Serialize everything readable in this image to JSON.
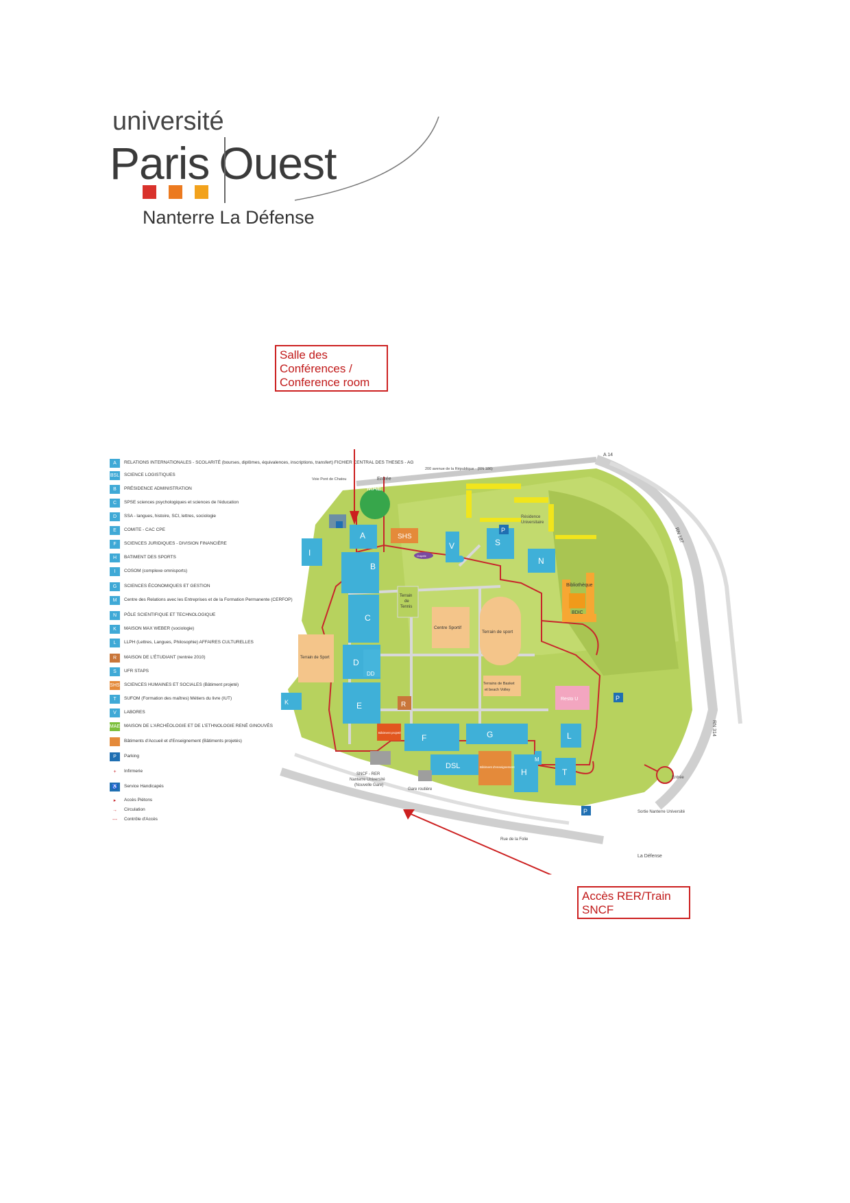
{
  "logo": {
    "line1": "université",
    "line2a": "Paris",
    "line2b": "Ouest",
    "line3": "Nanterre La Défense",
    "square_colors": [
      "#d9322b",
      "#ec7a1f",
      "#f2a21c"
    ]
  },
  "callouts": {
    "conference": [
      "Salle des",
      "Conférences /",
      "Conference room"
    ],
    "rer": [
      "Accès RER/Train",
      "SNCF"
    ]
  },
  "legend": [
    {
      "key": "A",
      "color": "#3fa9d6",
      "text": "RELATIONS INTERNATIONALES - SCOLARITÉ (bourses, diplômes, équivalences, inscriptions, transfert) FICHIER CENTRAL DES THESES - AG"
    },
    {
      "key": "BSL",
      "color": "#3fa9d6",
      "text": "SCIENCE LOGISTIQUES"
    },
    {
      "key": "B",
      "color": "#3fa9d6",
      "text": "PRÉSIDENCE ADMINISTRATION"
    },
    {
      "key": "C",
      "color": "#3fa9d6",
      "text": "SPSE sciences psychologiques et sciences de l'éducation"
    },
    {
      "key": "D",
      "color": "#3fa9d6",
      "text": "SSA - langues, histoire, SCI, lettres, sociologie"
    },
    {
      "key": "E",
      "color": "#3fa9d6",
      "text": "COMITE - CAC CPE"
    },
    {
      "key": "F",
      "color": "#3fa9d6",
      "text": "SCIENCES JURIDIQUES - DIVISION FINANCIÈRE"
    },
    {
      "key": "H",
      "color": "#3fa9d6",
      "text": "BATIMENT DES SPORTS"
    },
    {
      "key": "I",
      "color": "#3fa9d6",
      "text": "COSOM (complexe omnisports)"
    },
    {
      "key": "G",
      "color": "#3fa9d6",
      "text": "SCIENCES ÉCONOMIQUES ET GESTION"
    },
    {
      "key": "M",
      "color": "#3fa9d6",
      "text": "Centre des Relations avec les Entreprises et de la Formation Permanente (CERFOP)"
    },
    {
      "key": "N",
      "color": "#3fa9d6",
      "text": "PÔLE SCIENTIFIQUE ET TECHNOLOGIQUE"
    },
    {
      "key": "K",
      "color": "#3fa9d6",
      "text": "MAISON MAX WEBER (sociologie)"
    },
    {
      "key": "L",
      "color": "#3fa9d6",
      "text": "LLPH (Lettres, Langues, Philosophie) AFFAIRES CULTURELLES"
    },
    {
      "key": "R",
      "color": "#c9763a",
      "text": "MAISON DE L'ÉTUDIANT (rentrée 2010)"
    },
    {
      "key": "S",
      "color": "#3fa9d6",
      "text": "UFR STAPS"
    },
    {
      "key": "SHS",
      "color": "#e48a3a",
      "text": "SCIENCES HUMAINES ET SOCIALES (Bâtiment projeté)"
    },
    {
      "key": "T",
      "color": "#3fa9d6",
      "text": "SUFOM (Formation des maîtres) Métiers du livre (IUT)"
    },
    {
      "key": "V",
      "color": "#3fa9d6",
      "text": "LABORES"
    },
    {
      "key": "MAE",
      "color": "#7cbf3c",
      "text": "MAISON DE L'ARCHÉOLOGIE ET DE L'ETHNOLOGIE RENÉ GINOUVÈS"
    },
    {
      "key": "",
      "color": "#e48a3a",
      "text": "Bâtiments d'Accueil et d'Enseignement (Bâtiments projetés)"
    },
    {
      "key": "P",
      "color": "#1f6fb2",
      "text": "Parking"
    },
    {
      "key": "+",
      "color": "#ffffff",
      "text": "Infirmerie"
    },
    {
      "key": "♿",
      "color": "#1f6fb2",
      "text": "Service Handicapés"
    },
    {
      "key": "▸",
      "color": "#ffffff",
      "text": "Accès Piétons"
    },
    {
      "key": "→",
      "color": "#ffffff",
      "text": "Circulation"
    },
    {
      "key": "---",
      "color": "#ffffff",
      "text": "Contrôle d'Accès"
    }
  ],
  "map": {
    "road_labels": {
      "a14": "A 14",
      "republique": "200 avenue de la République - (RN 186)",
      "chatou": "Voie Pont de Chatou",
      "entree_top": "Entrée",
      "rn_top": "RN 187",
      "rn_right": "RN 314",
      "rue_fole": "Rue de la Folie",
      "defense": "La Défense",
      "sortie": "Sortie Nanterre Université",
      "entree_right": "Entrée",
      "gare_routiere": "Gare routière",
      "sncf": [
        "SNCF - RER",
        "Nanterre Université",
        "(Nouvelle Gare)"
      ],
      "residence": [
        "Résidence",
        "Universitaire"
      ]
    },
    "buildings": {
      "mae": "MAE",
      "shs": "SHS",
      "a": "A",
      "b": "B",
      "c": "C",
      "d": "D",
      "dd": "DD",
      "e": "E",
      "v": "V",
      "s": "S",
      "n": "N",
      "f": "F",
      "g": "G",
      "dsl": "DSL",
      "h": "H",
      "m": "M",
      "l": "L",
      "t": "T",
      "k": "K",
      "i": "I",
      "r": "R",
      "bib": "Bibliothèque",
      "bdic": "BDIC",
      "resto": "Resto U",
      "stade": "Terrain de Sport",
      "tennis": [
        "Terrain",
        "de",
        "Tennis"
      ],
      "centre_sportif": "Centre Sportif",
      "terrain_sport": "Terrain de sport",
      "basket": [
        "Terrains de Basket",
        "et beach Volley"
      ],
      "projet1": "Bâtiment projeté",
      "projet2": "Bâtiment d'enseignement",
      "chapelle": "Chapelle"
    },
    "parking": "P"
  }
}
